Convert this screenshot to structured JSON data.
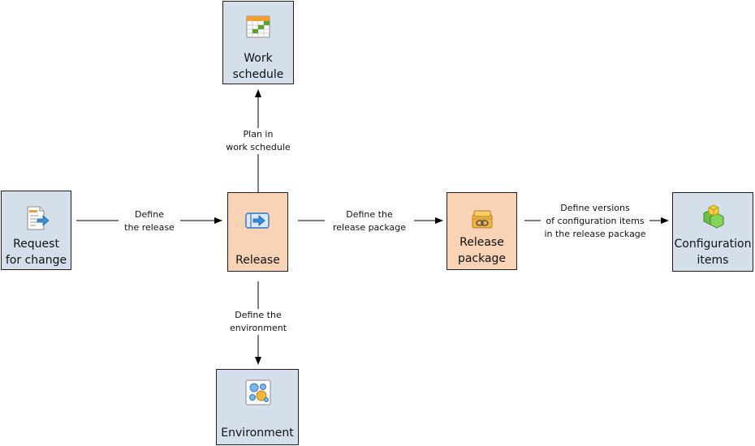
{
  "nodes": {
    "work_schedule": {
      "label_line1": "Work",
      "label_line2": "schedule",
      "icon": "calendar-icon"
    },
    "request_for_change": {
      "label_line1": "Request",
      "label_line2": "for change",
      "icon": "document-arrow-icon"
    },
    "release": {
      "label_line1": "Release",
      "icon": "release-arrow-icon"
    },
    "release_package": {
      "label_line1": "Release",
      "label_line2": "package",
      "icon": "package-link-icon"
    },
    "configuration_items": {
      "label_line1": "Configuration",
      "label_line2": "items",
      "icon": "green-cubes-icon"
    },
    "environment": {
      "label_line1": "Environment",
      "icon": "circles-icon"
    }
  },
  "edges": {
    "plan_in_work_schedule": {
      "line1": "Plan in",
      "line2": "work schedule"
    },
    "define_the_release": {
      "line1": "Define",
      "line2": "the release"
    },
    "define_the_release_package": {
      "line1": "Define the",
      "line2": "release package"
    },
    "define_versions": {
      "line1": "Define versions",
      "line2": "of configuration items",
      "line3": "in the release package"
    },
    "define_the_environment": {
      "line1": "Define the",
      "line2": "environment"
    }
  },
  "colors": {
    "blue_box": "#d5dfec",
    "orange_box": "#f8d3b6",
    "line": "#000000"
  }
}
